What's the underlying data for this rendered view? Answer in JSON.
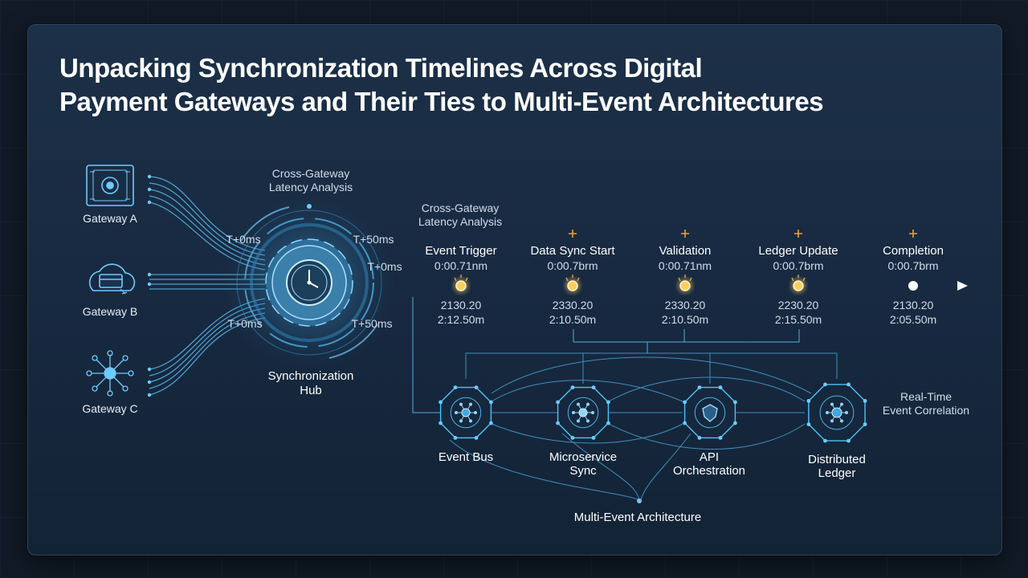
{
  "title": {
    "line1": "Unpacking Synchronization Timelines Across Digital",
    "line2": "Payment Gateways and Their Ties to Multi-Event Architectures"
  },
  "gateways": [
    {
      "label": "Gateway A",
      "icon": "chip-icon"
    },
    {
      "label": "Gateway B",
      "icon": "cloud-card-icon"
    },
    {
      "label": "Gateway C",
      "icon": "network-hub-icon"
    }
  ],
  "hub": {
    "top_label": "Cross-Gateway\nLatency Analysis",
    "bottom_label": "Synchronization\nHub",
    "offsets": {
      "top_left": "T+0ms",
      "top_right": "T+50ms",
      "right": "T+0ms",
      "bottom_left": "T+0ms",
      "bottom_right": "T+50ms"
    }
  },
  "timeline": {
    "caption": "Cross-Gateway\nLatency Analysis",
    "events": [
      {
        "name": "Event Trigger",
        "time": "0:00.71nm",
        "date": "2130.20",
        "stamp": "2:12.50m"
      },
      {
        "name": "Data Sync Start",
        "time": "0:00.7brm",
        "date": "2330.20",
        "stamp": "2:10.50m"
      },
      {
        "name": "Validation",
        "time": "0:00.71nm",
        "date": "2330.20",
        "stamp": "2:10.50m"
      },
      {
        "name": "Ledger Update",
        "time": "0:00.7brm",
        "date": "2230.20",
        "stamp": "2:15.50m"
      },
      {
        "name": "Completion",
        "time": "0:00.7brm",
        "date": "2130.20",
        "stamp": "2:05.50m"
      }
    ]
  },
  "architecture": {
    "title": "Multi-Event Architecture",
    "side_label": "Real-Time\nEvent Correlation",
    "nodes": [
      {
        "label": "Event Bus",
        "icon": "hub-node-icon"
      },
      {
        "label": "Microservice\nSync",
        "icon": "gear-node-icon"
      },
      {
        "label": "API\nOrchestration",
        "icon": "shield-node-icon"
      },
      {
        "label": "Distributed\nLedger",
        "icon": "ledger-node-icon"
      }
    ]
  },
  "colors": {
    "accent": "#4fc3f7",
    "glow": "#ffffff",
    "event_dot": "#ffcf5a",
    "spark": "#f0a030",
    "panel": "#172940"
  }
}
